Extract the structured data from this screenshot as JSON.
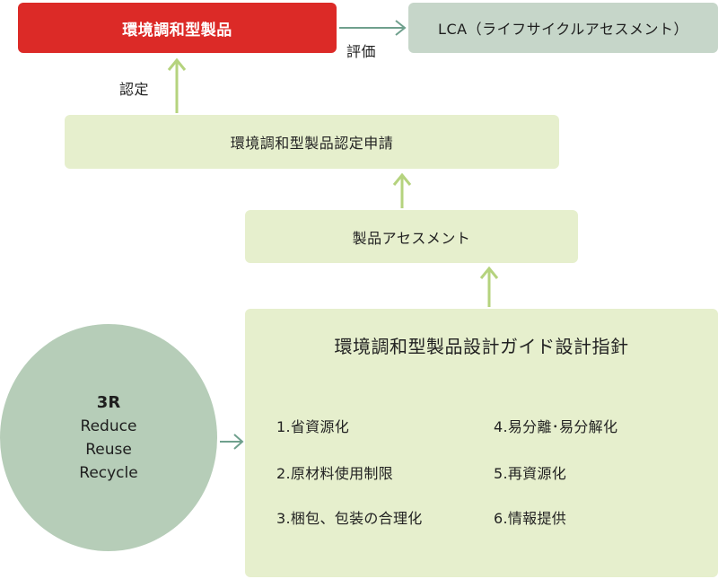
{
  "colors": {
    "red": "#dc2a27",
    "gray_green": "#c6d6c9",
    "light_green": "#e6efcd",
    "circle_green": "#b6cdb8",
    "arrow_green": "#b5d37e",
    "arrow_gray": "#6fa08d"
  },
  "nodes": {
    "product": "環境調和型製品",
    "lca": "LCA（ライフサイクルアセスメント）",
    "application": "環境調和型製品認定申請",
    "assessment": "製品アセスメント",
    "guide_title": "環境調和型製品設計ガイド設計指針"
  },
  "labels": {
    "evaluation": "評価",
    "certification": "認定"
  },
  "guide_items": [
    "1.省資源化",
    "2.原材料使用制限",
    "3.梱包、包装の合理化",
    "4.易分離･易分解化",
    "5.再資源化",
    "6.情報提供"
  ],
  "circle": {
    "title": "3R",
    "line1": "Reduce",
    "line2": "Reuse",
    "line3": "Recycle"
  }
}
